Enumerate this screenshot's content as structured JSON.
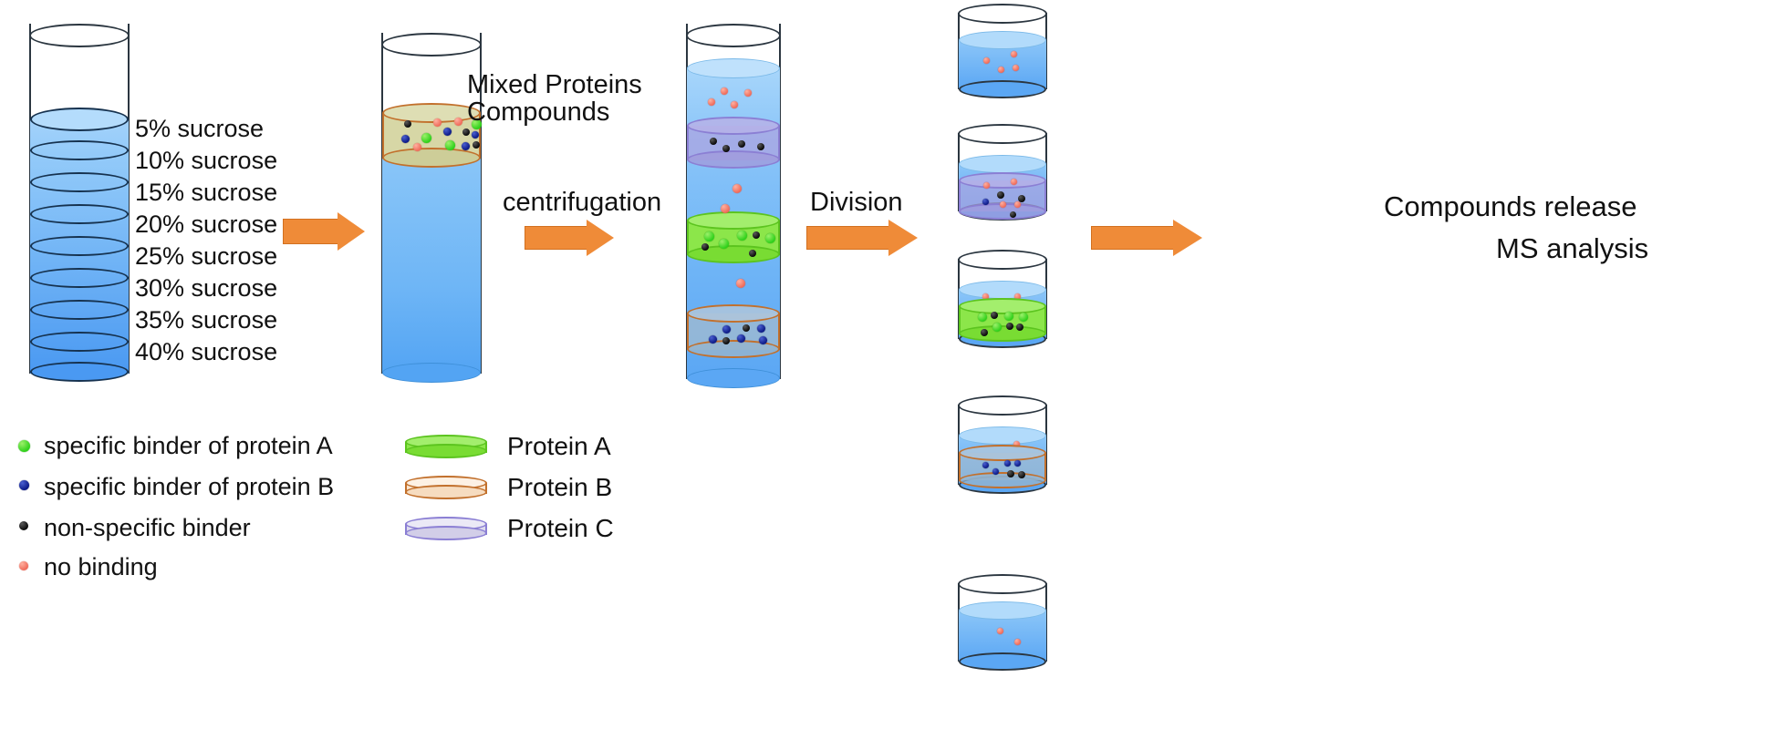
{
  "diagram": {
    "title": "Sucrose gradient centrifugation workflow",
    "gradient_tube": {
      "name": "sucrose-gradient-tube",
      "layers": [
        {
          "label": "5% sucrose",
          "percent": 5,
          "color": "#9ed0fa"
        },
        {
          "label": "10% sucrose",
          "percent": 10,
          "color": "#93caf9"
        },
        {
          "label": "15% sucrose",
          "percent": 15,
          "color": "#88c3f8"
        },
        {
          "label": "20% sucrose",
          "percent": 20,
          "color": "#7dbcf7"
        },
        {
          "label": "25% sucrose",
          "percent": 25,
          "color": "#71b4f6"
        },
        {
          "label": "30% sucrose",
          "percent": 30,
          "color": "#66acf4"
        },
        {
          "label": "35% sucrose",
          "percent": 35,
          "color": "#5aa4f3"
        },
        {
          "label": "40% sucrose",
          "percent": 40,
          "color": "#4e9cf2"
        }
      ]
    },
    "loaded_tube": {
      "name": "loaded-sample-tube",
      "sample_layer_label_line1": "Mixed Proteins",
      "sample_layer_label_line2": "Compounds",
      "sample_layer_color": "#d7d7a6",
      "sample_layer_border": "#c2702c",
      "solution_color": "#7fc0f7"
    },
    "separated_tube": {
      "name": "separated-bands-tube",
      "bands": [
        {
          "protein": "Protein C",
          "color": "#b9b6e8",
          "border": "#8b7fd4"
        },
        {
          "protein": "Protein A",
          "color": "#8ce64a",
          "border": "#5cc41f"
        },
        {
          "protein": "Protein B",
          "color": "#a9c4d8",
          "border": "#c2702c"
        }
      ]
    },
    "steps": [
      {
        "id": "step-1",
        "label": ""
      },
      {
        "id": "step-2",
        "label": "centrifugation"
      },
      {
        "id": "step-3",
        "label": "Division"
      },
      {
        "id": "step-4",
        "label_line1": "Compounds release",
        "label_line2": "MS analysis"
      }
    ],
    "fractions": [
      {
        "id": "fraction-1",
        "band": null,
        "name": "fraction-top"
      },
      {
        "id": "fraction-2",
        "band": "Protein C",
        "name": "fraction-protein-c"
      },
      {
        "id": "fraction-3",
        "band": "Protein A",
        "name": "fraction-protein-a"
      },
      {
        "id": "fraction-4",
        "band": "Protein B",
        "name": "fraction-protein-b"
      },
      {
        "id": "fraction-5",
        "band": null,
        "name": "fraction-bottom"
      }
    ],
    "legend_dots": [
      {
        "label": "specific binder of protein A",
        "color": "#2fd11a",
        "key": "binder-a"
      },
      {
        "label": "specific binder of protein B",
        "color": "#0c1a87",
        "key": "binder-b"
      },
      {
        "label": "non-specific binder",
        "color": "#0a0a0a",
        "key": "binder-nonspecific"
      },
      {
        "label": "no binding",
        "color": "#ef6b5a",
        "key": "no-binding"
      }
    ],
    "legend_discs": [
      {
        "label": "Protein A",
        "fill": "#8ce64a",
        "border": "#5cc41f",
        "key": "protein-a"
      },
      {
        "label": "Protein B",
        "fill": "#fae5cf",
        "border": "#c2702c",
        "key": "protein-b"
      },
      {
        "label": "Protein C",
        "fill": "#dedbee",
        "border": "#8b7fd4",
        "key": "protein-c"
      }
    ],
    "colors": {
      "arrow": "#ef8b38",
      "arrow_border": "#d2701f",
      "glass": "#2b3640",
      "text": "#111111"
    }
  }
}
